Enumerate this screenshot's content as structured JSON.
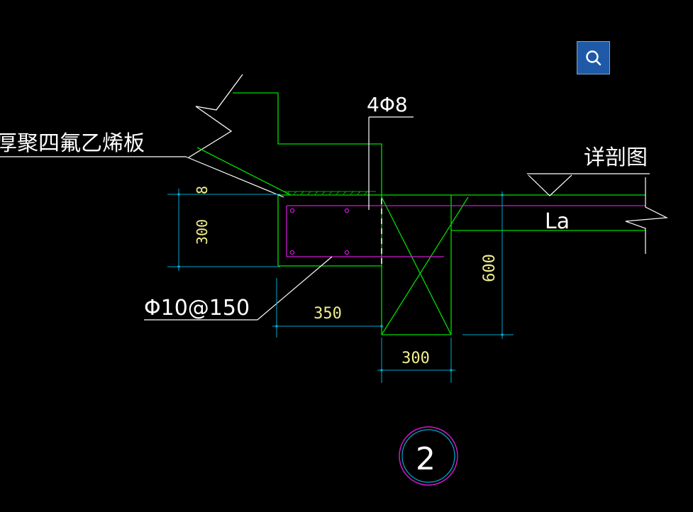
{
  "toolbar": {
    "search_icon": "search-icon"
  },
  "labels": {
    "material_note": "厚聚四氟乙烯板",
    "top_rebar": "4Φ8",
    "stirrup": "Φ10@150",
    "detail_title": "详剖图",
    "anchorage": "La",
    "section_number": "2"
  },
  "dimensions": {
    "slab_thickness": "8",
    "beam_height": "300",
    "beam_width": "350",
    "column_width": "300",
    "wall_height": "600"
  },
  "colors": {
    "background": "#000000",
    "outline": "#00dd00",
    "rebar": "#d018d0",
    "dimension": "#00aacc",
    "text": "#ffffff",
    "dim_text": "#f0f08c",
    "search_button": "#1e5aa8"
  }
}
